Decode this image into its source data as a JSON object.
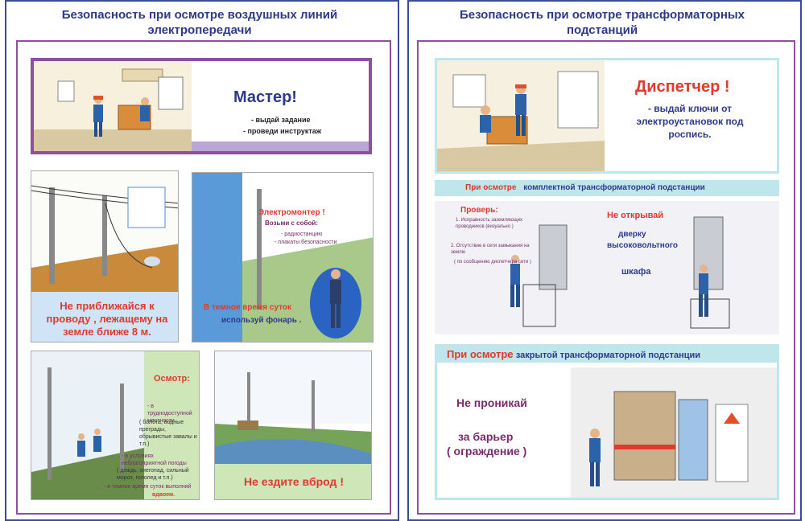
{
  "left_poster": {
    "title": "Безопасность при осмотре воздушных линий электропередачи",
    "p1": {
      "heading": "Мастер!",
      "line1": "- выдай задание",
      "line2": "- проведи    инструктаж"
    },
    "p2": {
      "text": "Не    приближайся к проводу , лежащему на земле ближе 8 м."
    },
    "p3": {
      "heading": "Электромонтер !",
      "subheading": "Возьми с собой:",
      "item1": "- радиостанцию",
      "item2": "- плакаты безопасности",
      "footer1": "В темное время суток",
      "footer2": "используй фонарь ."
    },
    "p4": {
      "heading": "Осмотр:",
      "item1": "- в труднодоступной местности",
      "item1_note": "( болота, водные преграды, обрывистые завалы и т.п.)",
      "item2": "- в условиях неблагоприятной погоды",
      "item2_note": "( дождь, снегопад, сильный мороз, гололед и т.п.)",
      "item3a": "- в темное время суток выполняй",
      "item3b": "вдвоем."
    },
    "p5": {
      "text": "Не ездите вброд !"
    }
  },
  "right_poster": {
    "title": "Безопасность при осмотре трансформаторных подстанций",
    "p1": {
      "heading": "Диспетчер !",
      "text": "- выдай ключи от электроустановок под роспись."
    },
    "p2": {
      "banner_prefix": "При   осмотре",
      "banner_rest": "комплектной трансформаторной подстанции",
      "check_heading": "Проверь:",
      "check1": "1. Исправность заземляющих проводников (визуально )",
      "check2": "2. Отсутствие в сети замыкания на землю",
      "check3": "( по сообщению диспетчера сети )",
      "warn_heading": "Не открывай",
      "warn_line1": "дверку",
      "warn_line2": "высоковольтного",
      "warn_line3": "шкафа"
    },
    "p3": {
      "banner_prefix": "При осмотре",
      "banner_rest": "закрытой трансформаторной подстанции",
      "line1": "Не проникай",
      "line2": "за барьер",
      "line3": "( ограждение )"
    }
  },
  "colors": {
    "frame_blue": "#3b4a9a",
    "frame_purple": "#8e4fa0",
    "title_blue": "#2d3a8c",
    "warn_red": "#e2382e",
    "teal_band": "#bfe6ea"
  }
}
